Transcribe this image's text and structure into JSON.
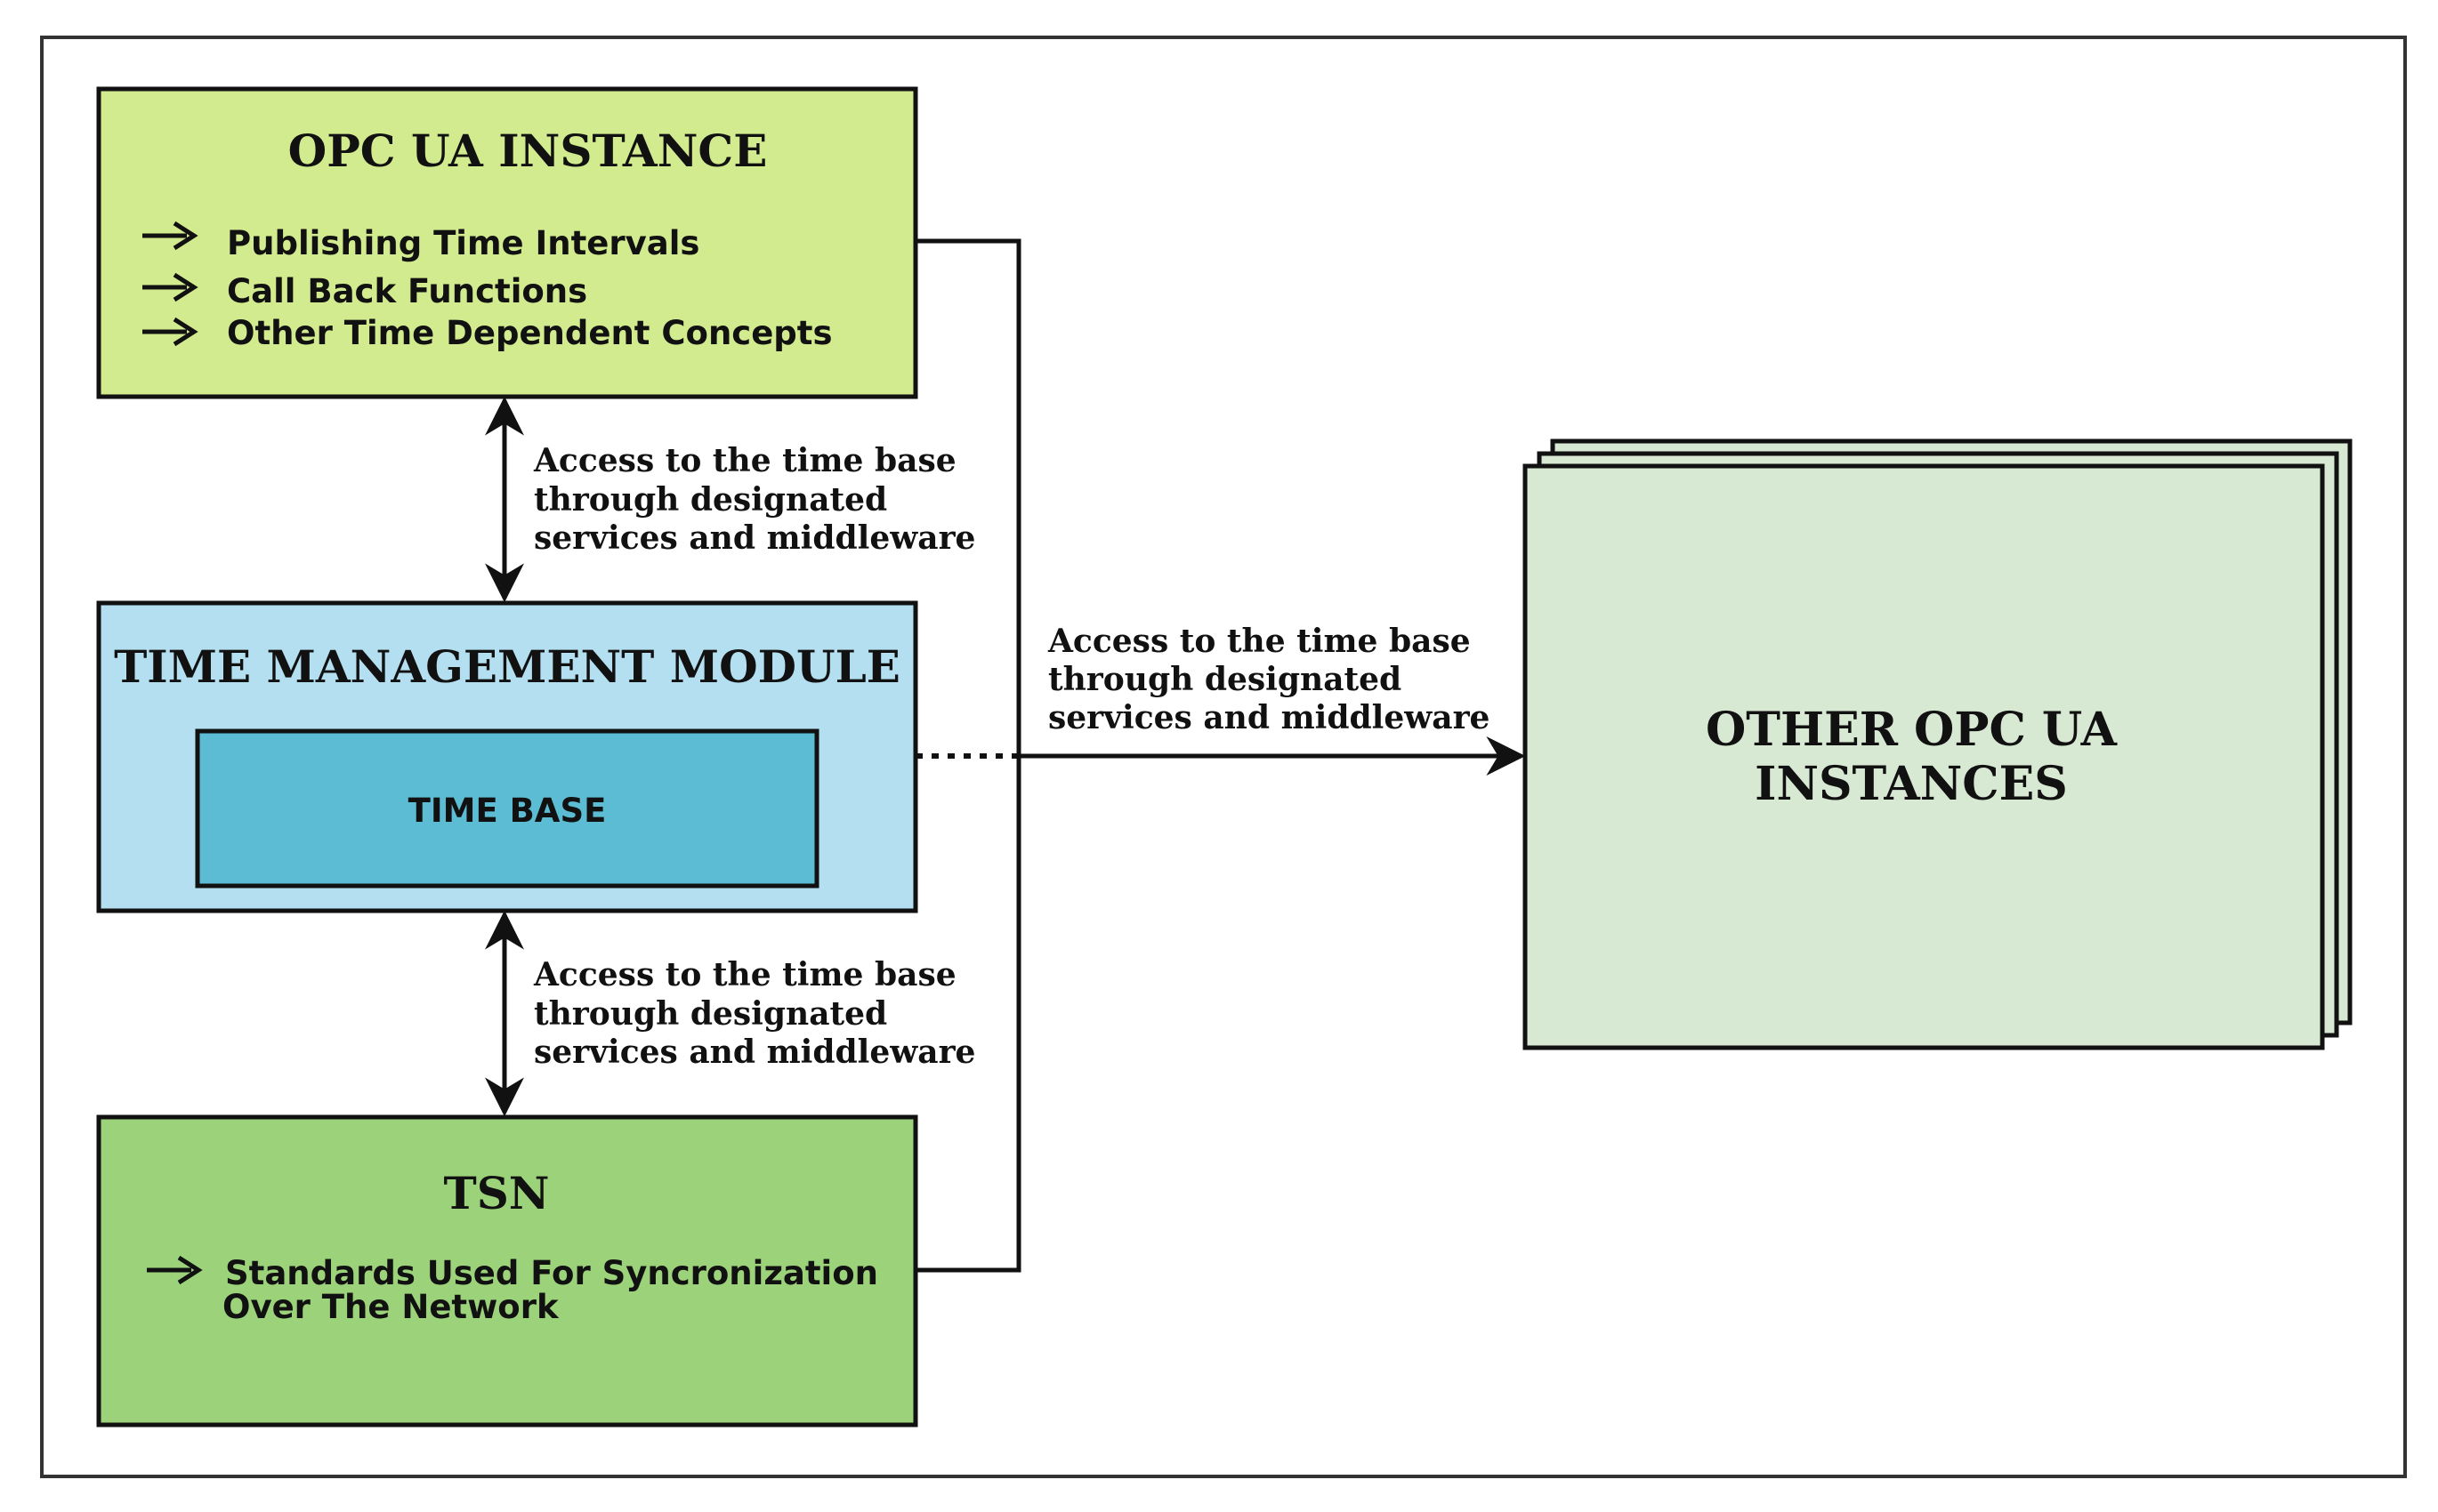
{
  "colors": {
    "opc_box_fill": "#d3eb8f",
    "tmm_box_fill": "#b3dff0",
    "time_base_fill": "#5bbcd3",
    "tsn_box_fill": "#9cd37a",
    "other_instances_fill": "#d7e8d3",
    "stroke": "#111111",
    "background": "#ffffff"
  },
  "icons": {
    "bullet": "right-arrow-icon"
  },
  "opc_instance": {
    "title": "OPC UA INSTANCE",
    "items": [
      "Publishing Time Intervals",
      "Call Back Functions",
      "Other Time Dependent Concepts"
    ]
  },
  "time_management_module": {
    "title": "TIME MANAGEMENT MODULE",
    "time_base_label": "TIME BASE"
  },
  "tsn": {
    "title": "TSN",
    "items": [
      {
        "line1": "Standards Used For Syncronization",
        "line2": "Over The Network"
      }
    ]
  },
  "other_instances": {
    "line1": "OTHER OPC UA",
    "line2": "INSTANCES"
  },
  "edge_labels": {
    "opc_to_tmm": [
      "Access to the time base",
      "through designated",
      "services and middleware"
    ],
    "tmm_to_tsn": [
      "Access to the time base",
      "through designated",
      "services and middleware"
    ],
    "to_other_instances": [
      "Access to the time base",
      "through designated",
      "services and middleware"
    ]
  }
}
